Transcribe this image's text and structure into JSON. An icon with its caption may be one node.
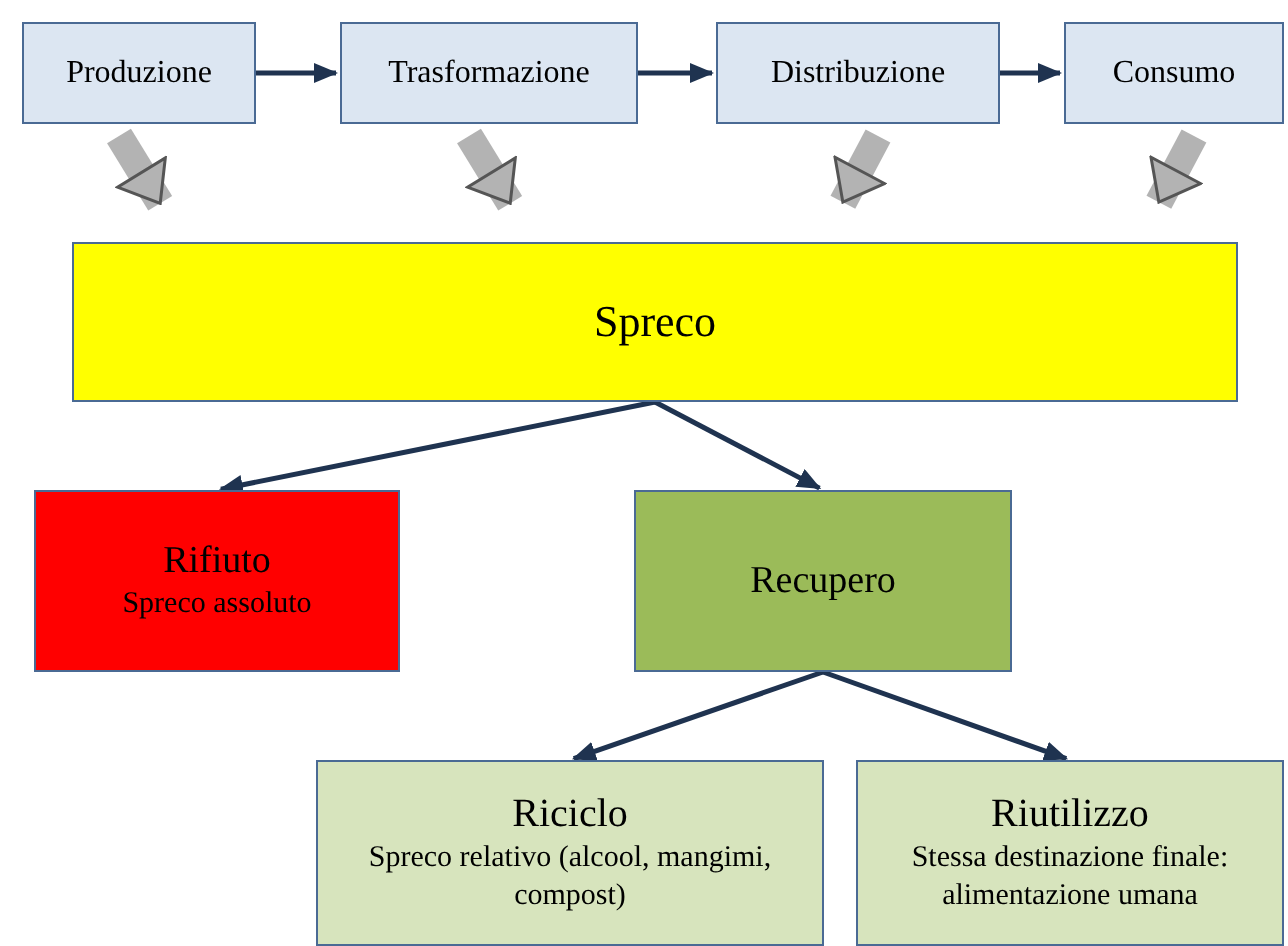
{
  "diagram": {
    "nodes": [
      {
        "text": [
          "Produzione"
        ]
      },
      {
        "text": [
          "Trasformazione"
        ]
      },
      {
        "text": [
          "Distribuzione"
        ]
      },
      {
        "text": [
          "Consumo"
        ]
      },
      {
        "text": [
          "Spreco"
        ]
      },
      {
        "text": [
          "Rifiuto",
          "Spreco assoluto"
        ]
      },
      {
        "text": [
          "Recupero"
        ]
      },
      {
        "text": [
          "Riciclo",
          "Spreco relativo (alcool, mangimi, compost)"
        ]
      },
      {
        "text": [
          "Riutilizzo",
          "Stessa destinazione finale: alimentazione umana"
        ]
      }
    ],
    "edges": [
      {
        "from": 0,
        "to": 1,
        "arrow": "to"
      },
      {
        "from": 1,
        "to": 2,
        "arrow": "to"
      },
      {
        "from": 2,
        "to": 3,
        "arrow": "to"
      },
      {
        "from": 0,
        "to": 4,
        "arrow": "to",
        "style": "thick",
        "color": "#b3b3b3"
      },
      {
        "from": 1,
        "to": 4,
        "arrow": "to",
        "style": "thick",
        "color": "#b3b3b3"
      },
      {
        "from": 2,
        "to": 4,
        "arrow": "to",
        "style": "thick",
        "color": "#b3b3b3"
      },
      {
        "from": 3,
        "to": 4,
        "arrow": "to",
        "style": "thick",
        "color": "#b3b3b3"
      },
      {
        "from": 4,
        "to": 5,
        "arrow": "to"
      },
      {
        "from": 4,
        "to": 6,
        "arrow": "to"
      },
      {
        "from": 6,
        "to": 7,
        "arrow": "to"
      },
      {
        "from": 6,
        "to": 8,
        "arrow": "to"
      }
    ]
  }
}
